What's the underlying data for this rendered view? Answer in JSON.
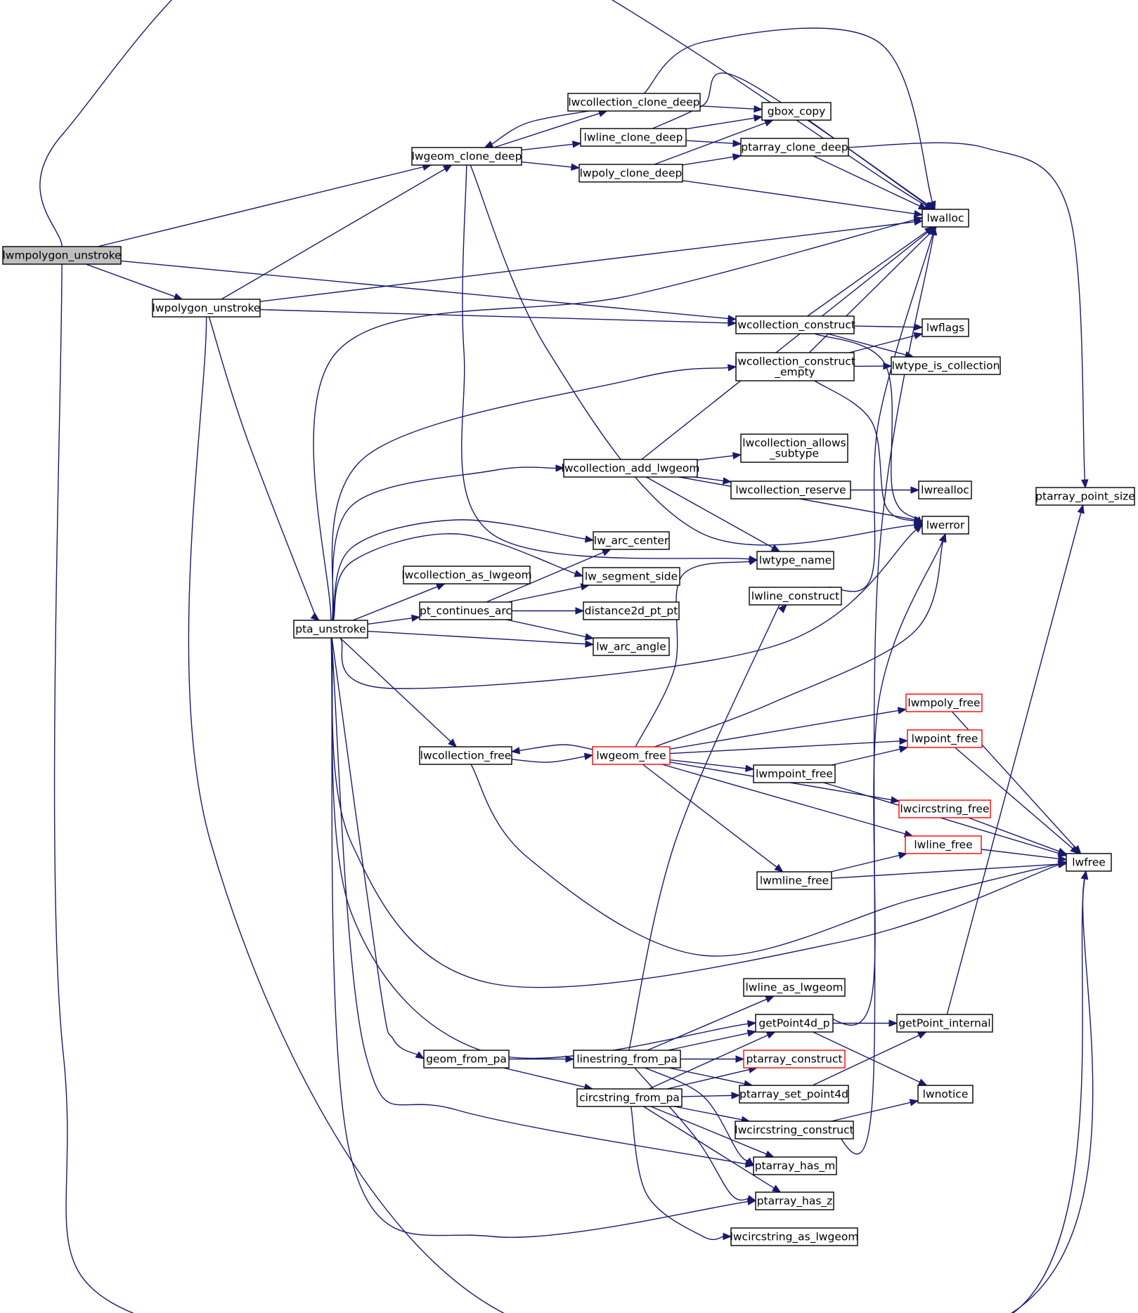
{
  "colors": {
    "edge": "#191970",
    "root_fill": "#bfbfbf",
    "red_border": "#ff0000"
  },
  "nodes": [
    {
      "id": "lwmpolygon_unstroke",
      "lines": [
        "lwmpolygon_unstroke"
      ],
      "style": "root"
    },
    {
      "id": "lwpolygon_unstroke",
      "lines": [
        "lwpolygon_unstroke"
      ]
    },
    {
      "id": "pta_unstroke",
      "lines": [
        "pta_unstroke"
      ]
    },
    {
      "id": "lwgeom_clone_deep",
      "lines": [
        "lwgeom_clone_deep"
      ]
    },
    {
      "id": "lwcollection_clone_deep",
      "lines": [
        "lwcollection_clone_deep"
      ]
    },
    {
      "id": "lwline_clone_deep",
      "lines": [
        "lwline_clone_deep"
      ]
    },
    {
      "id": "lwpoly_clone_deep",
      "lines": [
        "lwpoly_clone_deep"
      ]
    },
    {
      "id": "gbox_copy",
      "lines": [
        "gbox_copy"
      ]
    },
    {
      "id": "ptarray_clone_deep",
      "lines": [
        "ptarray_clone_deep"
      ]
    },
    {
      "id": "lwalloc",
      "lines": [
        "lwalloc"
      ]
    },
    {
      "id": "lwcollection_construct",
      "lines": [
        "lwcollection_construct"
      ]
    },
    {
      "id": "lwcollection_construct_empty",
      "lines": [
        "lwcollection_construct",
        "_empty"
      ]
    },
    {
      "id": "lwflags",
      "lines": [
        "lwflags"
      ]
    },
    {
      "id": "lwtype_is_collection",
      "lines": [
        "lwtype_is_collection"
      ]
    },
    {
      "id": "lwcollection_allows_subtype",
      "lines": [
        "lwcollection_allows",
        "_subtype"
      ]
    },
    {
      "id": "lwcollection_add_lwgeom",
      "lines": [
        "lwcollection_add_lwgeom"
      ]
    },
    {
      "id": "lwcollection_reserve",
      "lines": [
        "lwcollection_reserve"
      ]
    },
    {
      "id": "lwrealloc",
      "lines": [
        "lwrealloc"
      ]
    },
    {
      "id": "ptarray_point_size",
      "lines": [
        "ptarray_point_size"
      ]
    },
    {
      "id": "lwerror",
      "lines": [
        "lwerror"
      ]
    },
    {
      "id": "lw_arc_center",
      "lines": [
        "lw_arc_center"
      ]
    },
    {
      "id": "lwtype_name",
      "lines": [
        "lwtype_name"
      ]
    },
    {
      "id": "lwcollection_as_lwgeom",
      "lines": [
        "lwcollection_as_lwgeom"
      ]
    },
    {
      "id": "lw_segment_side",
      "lines": [
        "lw_segment_side"
      ]
    },
    {
      "id": "lwline_construct",
      "lines": [
        "lwline_construct"
      ]
    },
    {
      "id": "pt_continues_arc",
      "lines": [
        "pt_continues_arc"
      ]
    },
    {
      "id": "distance2d_pt_pt",
      "lines": [
        "distance2d_pt_pt"
      ]
    },
    {
      "id": "lw_arc_angle",
      "lines": [
        "lw_arc_angle"
      ]
    },
    {
      "id": "lwmpoly_free",
      "lines": [
        "lwmpoly_free"
      ],
      "style": "red"
    },
    {
      "id": "lwpoint_free",
      "lines": [
        "lwpoint_free"
      ],
      "style": "red"
    },
    {
      "id": "lwcollection_free",
      "lines": [
        "lwcollection_free"
      ]
    },
    {
      "id": "lwgeom_free",
      "lines": [
        "lwgeom_free"
      ],
      "style": "red"
    },
    {
      "id": "lwmpoint_free",
      "lines": [
        "lwmpoint_free"
      ]
    },
    {
      "id": "lwcircstring_free",
      "lines": [
        "lwcircstring_free"
      ],
      "style": "red"
    },
    {
      "id": "lwline_free",
      "lines": [
        "lwline_free"
      ],
      "style": "red"
    },
    {
      "id": "lwfree",
      "lines": [
        "lwfree"
      ]
    },
    {
      "id": "lwmline_free",
      "lines": [
        "lwmline_free"
      ]
    },
    {
      "id": "lwline_as_lwgeom",
      "lines": [
        "lwline_as_lwgeom"
      ]
    },
    {
      "id": "getPoint4d_p",
      "lines": [
        "getPoint4d_p"
      ]
    },
    {
      "id": "getPoint_internal",
      "lines": [
        "getPoint_internal"
      ]
    },
    {
      "id": "geom_from_pa",
      "lines": [
        "geom_from_pa"
      ]
    },
    {
      "id": "linestring_from_pa",
      "lines": [
        "linestring_from_pa"
      ]
    },
    {
      "id": "ptarray_construct",
      "lines": [
        "ptarray_construct"
      ],
      "style": "red"
    },
    {
      "id": "ptarray_set_point4d",
      "lines": [
        "ptarray_set_point4d"
      ]
    },
    {
      "id": "lwnotice",
      "lines": [
        "lwnotice"
      ]
    },
    {
      "id": "circstring_from_pa",
      "lines": [
        "circstring_from_pa"
      ]
    },
    {
      "id": "lwcircstring_construct",
      "lines": [
        "lwcircstring_construct"
      ]
    },
    {
      "id": "ptarray_has_m",
      "lines": [
        "ptarray_has_m"
      ]
    },
    {
      "id": "ptarray_has_z",
      "lines": [
        "ptarray_has_z"
      ]
    },
    {
      "id": "lwcircstring_as_lwgeom",
      "lines": [
        "lwcircstring_as_lwgeom"
      ]
    }
  ],
  "edges": [
    [
      "lwmpolygon_unstroke",
      "lwalloc"
    ],
    [
      "lwmpolygon_unstroke",
      "lwgeom_clone_deep"
    ],
    [
      "lwmpolygon_unstroke",
      "lwpolygon_unstroke"
    ],
    [
      "lwmpolygon_unstroke",
      "lwcollection_construct"
    ],
    [
      "lwmpolygon_unstroke",
      "lwfree"
    ],
    [
      "lwpolygon_unstroke",
      "lwgeom_clone_deep"
    ],
    [
      "lwpolygon_unstroke",
      "lwalloc"
    ],
    [
      "lwpolygon_unstroke",
      "lwcollection_construct"
    ],
    [
      "lwpolygon_unstroke",
      "pta_unstroke"
    ],
    [
      "lwpolygon_unstroke",
      "lwfree"
    ],
    [
      "lwgeom_clone_deep",
      "lwcollection_clone_deep"
    ],
    [
      "lwgeom_clone_deep",
      "lwline_clone_deep"
    ],
    [
      "lwgeom_clone_deep",
      "lwpoly_clone_deep"
    ],
    [
      "lwgeom_clone_deep",
      "lwtype_name"
    ],
    [
      "lwgeom_clone_deep",
      "lwerror"
    ],
    [
      "lwcollection_clone_deep",
      "lwalloc"
    ],
    [
      "lwcollection_clone_deep",
      "gbox_copy"
    ],
    [
      "lwcollection_clone_deep",
      "lwgeom_clone_deep"
    ],
    [
      "lwline_clone_deep",
      "lwalloc"
    ],
    [
      "lwline_clone_deep",
      "gbox_copy"
    ],
    [
      "lwline_clone_deep",
      "ptarray_clone_deep"
    ],
    [
      "lwpoly_clone_deep",
      "gbox_copy"
    ],
    [
      "lwpoly_clone_deep",
      "ptarray_clone_deep"
    ],
    [
      "lwpoly_clone_deep",
      "lwalloc"
    ],
    [
      "gbox_copy",
      "lwalloc"
    ],
    [
      "ptarray_clone_deep",
      "lwalloc"
    ],
    [
      "ptarray_clone_deep",
      "ptarray_point_size"
    ],
    [
      "lwcollection_construct",
      "lwalloc"
    ],
    [
      "lwcollection_construct",
      "lwflags"
    ],
    [
      "lwcollection_construct",
      "lwtype_is_collection"
    ],
    [
      "lwcollection_construct",
      "lwerror"
    ],
    [
      "lwcollection_construct_empty",
      "lwalloc"
    ],
    [
      "lwcollection_construct_empty",
      "lwflags"
    ],
    [
      "lwcollection_construct_empty",
      "lwtype_is_collection"
    ],
    [
      "lwcollection_construct_empty",
      "lwerror"
    ],
    [
      "lwcollection_add_lwgeom",
      "lwcollection_allows_subtype"
    ],
    [
      "lwcollection_add_lwgeom",
      "lwcollection_reserve"
    ],
    [
      "lwcollection_add_lwgeom",
      "lwerror"
    ],
    [
      "lwcollection_add_lwgeom",
      "lwtype_name"
    ],
    [
      "lwcollection_add_lwgeom",
      "lwalloc"
    ],
    [
      "lwcollection_reserve",
      "lwrealloc"
    ],
    [
      "lwline_construct",
      "lwalloc"
    ],
    [
      "pta_unstroke",
      "lwalloc"
    ],
    [
      "pta_unstroke",
      "lwcollection_construct_empty"
    ],
    [
      "pta_unstroke",
      "lwcollection_add_lwgeom"
    ],
    [
      "pta_unstroke",
      "lw_arc_center"
    ],
    [
      "pta_unstroke",
      "lw_segment_side"
    ],
    [
      "pta_unstroke",
      "lwcollection_as_lwgeom"
    ],
    [
      "pta_unstroke",
      "pt_continues_arc"
    ],
    [
      "pta_unstroke",
      "lw_arc_angle"
    ],
    [
      "pta_unstroke",
      "lwerror"
    ],
    [
      "pta_unstroke",
      "lwcollection_free"
    ],
    [
      "pta_unstroke",
      "lwfree"
    ],
    [
      "pta_unstroke",
      "getPoint4d_p"
    ],
    [
      "pta_unstroke",
      "geom_from_pa"
    ],
    [
      "pta_unstroke",
      "ptarray_has_m"
    ],
    [
      "pta_unstroke",
      "ptarray_has_z"
    ],
    [
      "pt_continues_arc",
      "lw_arc_center"
    ],
    [
      "pt_continues_arc",
      "lw_segment_side"
    ],
    [
      "pt_continues_arc",
      "distance2d_pt_pt"
    ],
    [
      "pt_continues_arc",
      "lw_arc_angle"
    ],
    [
      "lwcollection_free",
      "lwgeom_free"
    ],
    [
      "lwcollection_free",
      "lwfree"
    ],
    [
      "lwgeom_free",
      "lwcollection_free"
    ],
    [
      "lwgeom_free",
      "lwtype_name"
    ],
    [
      "lwgeom_free",
      "lwerror"
    ],
    [
      "lwgeom_free",
      "lwmpoly_free"
    ],
    [
      "lwgeom_free",
      "lwpoint_free"
    ],
    [
      "lwgeom_free",
      "lwmpoint_free"
    ],
    [
      "lwgeom_free",
      "lwcircstring_free"
    ],
    [
      "lwgeom_free",
      "lwline_free"
    ],
    [
      "lwgeom_free",
      "lwmline_free"
    ],
    [
      "lwmpoint_free",
      "lwpoint_free"
    ],
    [
      "lwmpoint_free",
      "lwfree"
    ],
    [
      "lwmline_free",
      "lwline_free"
    ],
    [
      "lwmline_free",
      "lwfree"
    ],
    [
      "lwmpoly_free",
      "lwfree"
    ],
    [
      "lwpoint_free",
      "lwfree"
    ],
    [
      "lwcircstring_free",
      "lwfree"
    ],
    [
      "lwline_free",
      "lwfree"
    ],
    [
      "geom_from_pa",
      "linestring_from_pa"
    ],
    [
      "geom_from_pa",
      "circstring_from_pa"
    ],
    [
      "linestring_from_pa",
      "lwline_construct"
    ],
    [
      "linestring_from_pa",
      "lwline_as_lwgeom"
    ],
    [
      "linestring_from_pa",
      "getPoint4d_p"
    ],
    [
      "linestring_from_pa",
      "ptarray_construct"
    ],
    [
      "linestring_from_pa",
      "ptarray_set_point4d"
    ],
    [
      "linestring_from_pa",
      "ptarray_has_m"
    ],
    [
      "linestring_from_pa",
      "ptarray_has_z"
    ],
    [
      "circstring_from_pa",
      "getPoint4d_p"
    ],
    [
      "circstring_from_pa",
      "ptarray_construct"
    ],
    [
      "circstring_from_pa",
      "ptarray_set_point4d"
    ],
    [
      "circstring_from_pa",
      "lwcircstring_construct"
    ],
    [
      "circstring_from_pa",
      "ptarray_has_m"
    ],
    [
      "circstring_from_pa",
      "ptarray_has_z"
    ],
    [
      "circstring_from_pa",
      "lwcircstring_as_lwgeom"
    ],
    [
      "getPoint4d_p",
      "lwerror"
    ],
    [
      "getPoint4d_p",
      "getPoint_internal"
    ],
    [
      "getPoint4d_p",
      "lwnotice"
    ],
    [
      "getPoint_internal",
      "ptarray_point_size"
    ],
    [
      "ptarray_set_point4d",
      "getPoint_internal"
    ],
    [
      "lwcircstring_construct",
      "lwalloc"
    ],
    [
      "lwcircstring_construct",
      "lwnotice"
    ]
  ]
}
